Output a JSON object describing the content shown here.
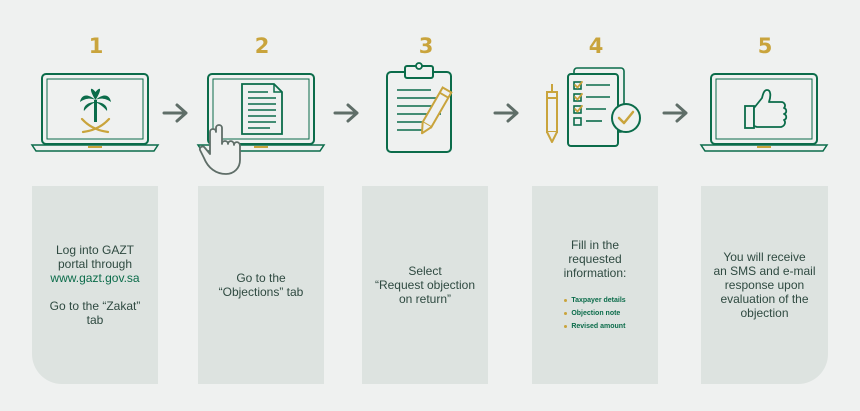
{
  "steps": [
    {
      "number": "1",
      "icon": "laptop-palm-swords-emblem-icon",
      "lines": [
        "Log into GAZT",
        "portal through"
      ],
      "link": "www.gazt.gov.sa",
      "extra": "Go to the “Zakat” tab"
    },
    {
      "number": "2",
      "icon": "laptop-document-hand-icon",
      "lines": [
        "Go to the",
        "“Objections” tab"
      ]
    },
    {
      "number": "3",
      "icon": "clipboard-pencil-icon",
      "lines": [
        "Select",
        "“Request objection",
        "on return”"
      ]
    },
    {
      "number": "4",
      "icon": "checklist-pen-icon",
      "lines": [
        "Fill in the requested",
        "information:"
      ],
      "bullets": [
        "Taxpayer details",
        "Objection note",
        "Revised amount"
      ]
    },
    {
      "number": "5",
      "icon": "laptop-thumbs-up-icon",
      "lines": [
        "You will receive",
        "an SMS and e-mail",
        "response upon",
        "evaluation of the",
        "objection"
      ]
    }
  ],
  "colors": {
    "green": "#0b6c4a",
    "gold": "#c9a43c",
    "panel": "#dde3e0",
    "arrow": "#5f6e68",
    "background": "#eff1f0"
  }
}
